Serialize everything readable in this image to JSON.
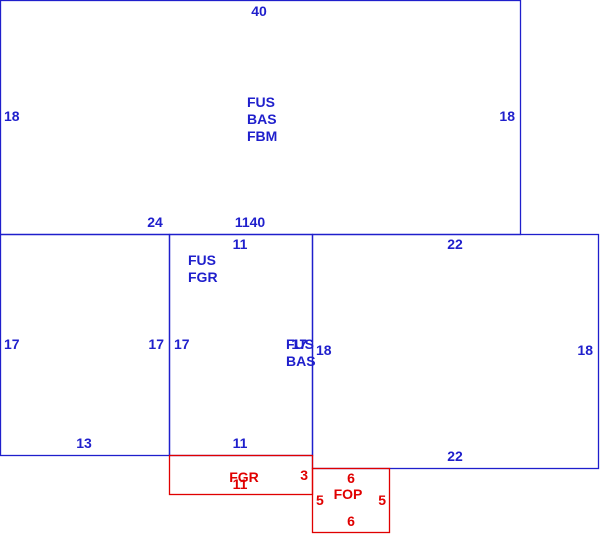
{
  "colors": {
    "structure": "#1f1fcc",
    "exterior": "#e00000",
    "background": "#ffffff"
  },
  "sections": {
    "top": {
      "dims": {
        "top": "40",
        "left": "18",
        "right": "18",
        "bottom_left": "24",
        "bottom_mid": "1140"
      },
      "codes": [
        "FUS",
        "BAS",
        "FBM"
      ]
    },
    "left_wing": {
      "dims": {
        "left": "17",
        "right": "17",
        "bottom": "13"
      }
    },
    "garage": {
      "dims": {
        "top": "11",
        "left": "17",
        "right": "17",
        "bottom": "11"
      },
      "codes": [
        "FUS",
        "FGR"
      ]
    },
    "right_wing": {
      "dims": {
        "top": "22",
        "left": "18",
        "right": "18",
        "bottom": "22"
      },
      "codes": [
        "FUS",
        "BAS"
      ]
    },
    "fgr_strip": {
      "dims": {
        "bottom": "11",
        "right": "3"
      },
      "code": "FGR"
    },
    "porch": {
      "dims": {
        "top": "6",
        "left": "5",
        "right": "5",
        "bottom": "6"
      },
      "code": "FOP"
    }
  }
}
